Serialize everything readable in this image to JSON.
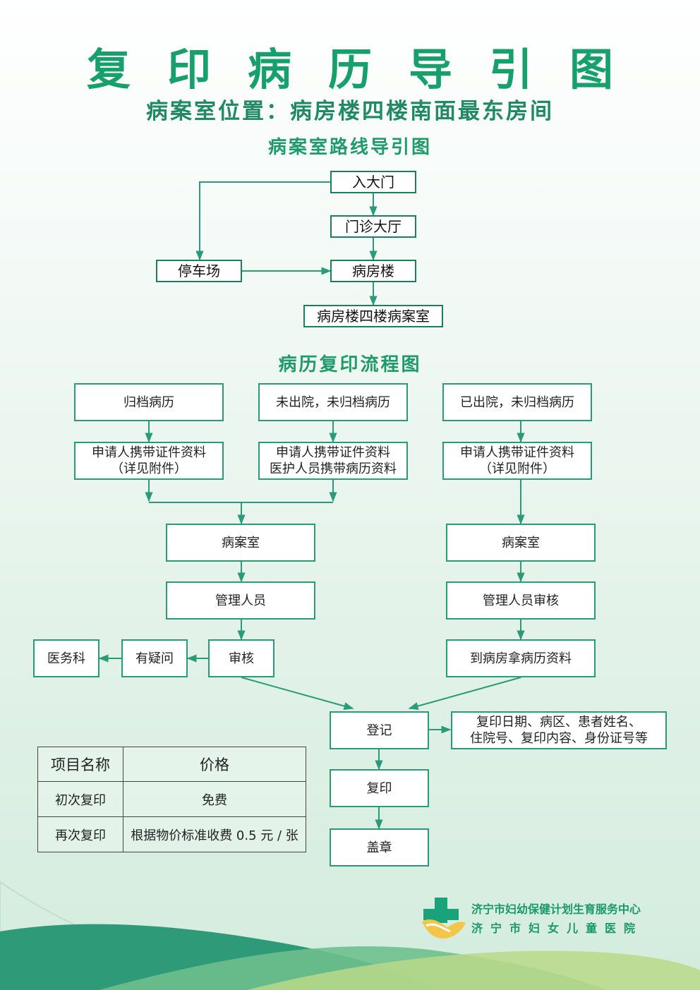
{
  "header": {
    "title": "复印病历导引图",
    "subtitle": "病案室位置：病房楼四楼南面最东房间",
    "route_section": "病案室路线导引图",
    "process_section": "病历复印流程图"
  },
  "route": {
    "entrance": "入大门",
    "outpatient_hall": "门诊大厅",
    "parking": "停车场",
    "ward_building": "病房楼",
    "records_room": "病房楼四楼病案室"
  },
  "flow": {
    "col1_top": "归档病历",
    "col2_top": "未出院，未归档病历",
    "col3_top": "已出院，未归档病历",
    "col1_docs": "申请人携带证件资料\n（详见附件）",
    "col2_docs": "申请人携带证件资料\n医护人员携带病历资料",
    "col3_docs": "申请人携带证件资料\n（详见附件）",
    "left_records_room": "病案室",
    "right_records_room": "病案室",
    "left_admin": "管理人员",
    "right_admin": "管理人员审核",
    "review": "审核",
    "doubt": "有疑问",
    "medical_affairs": "医务科",
    "fetch_records": "到病房拿病历资料",
    "register": "登记",
    "register_note": "复印日期、病区、患者姓名、\n住院号、复印内容、身份证号等",
    "copy": "复印",
    "stamp": "盖章"
  },
  "price_table": {
    "header_item": "项目名称",
    "header_price": "价格",
    "rows": [
      {
        "item": "初次复印",
        "price": "免费"
      },
      {
        "item": "再次复印",
        "price": "根据物价标准收费 0.5 元 / 张"
      }
    ]
  },
  "footer": {
    "org_line1": "济宁市妇幼保健计划生育服务中心",
    "org_line2": "济宁市妇女儿童医院"
  },
  "colors": {
    "accent_green": "#17a06c",
    "box_border": "#2a9b78",
    "logo_yellow": "#f3c649",
    "logo_green": "#1aa27a"
  }
}
